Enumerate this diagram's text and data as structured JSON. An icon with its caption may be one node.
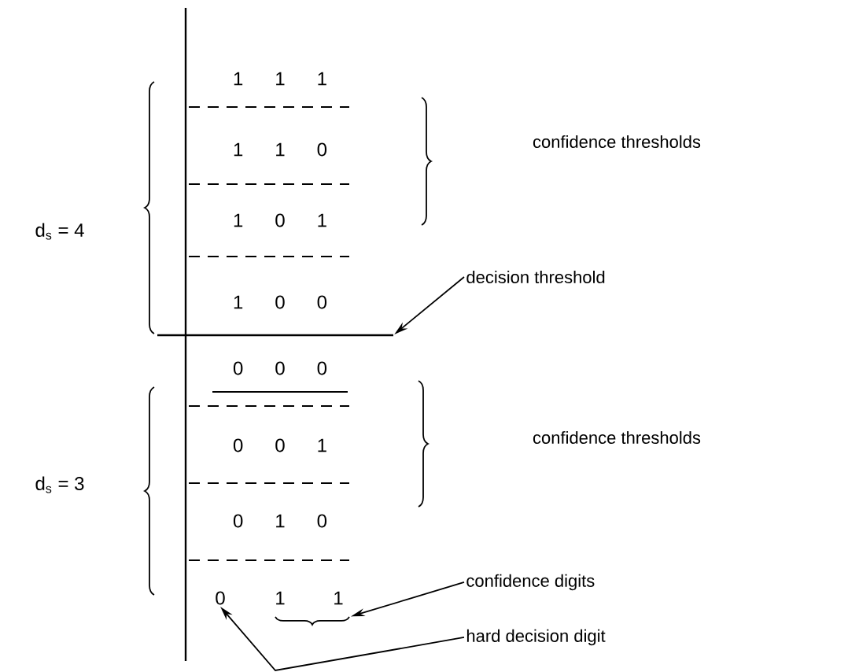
{
  "diagram": {
    "nodes": [
      {
        "text": [
          "decision threshold"
        ]
      },
      {
        "text": [],
        "shape": "bar"
      },
      {
        "text": [
          "confidence digits"
        ]
      },
      {
        "text": [],
        "shape": "brace"
      },
      {
        "text": [
          "hard decision digit"
        ]
      },
      {
        "text": [
          "0"
        ]
      }
    ],
    "edges": [
      {
        "from": 0,
        "to": 1,
        "arrow": "to"
      },
      {
        "from": 2,
        "to": 3,
        "arrow": "to"
      },
      {
        "from": 4,
        "to": 5,
        "arrow": "to"
      }
    ],
    "labels": [
      "1 1 1",
      "1 1 0",
      "1 0 1",
      "1 0 0",
      "0 0 0",
      "0 0 1",
      "0 1 0",
      "1",
      "1",
      "d$_{s}$ = 4",
      "d$_{s}$ = 3",
      "confidence thresholds",
      "confidence thresholds"
    ]
  }
}
